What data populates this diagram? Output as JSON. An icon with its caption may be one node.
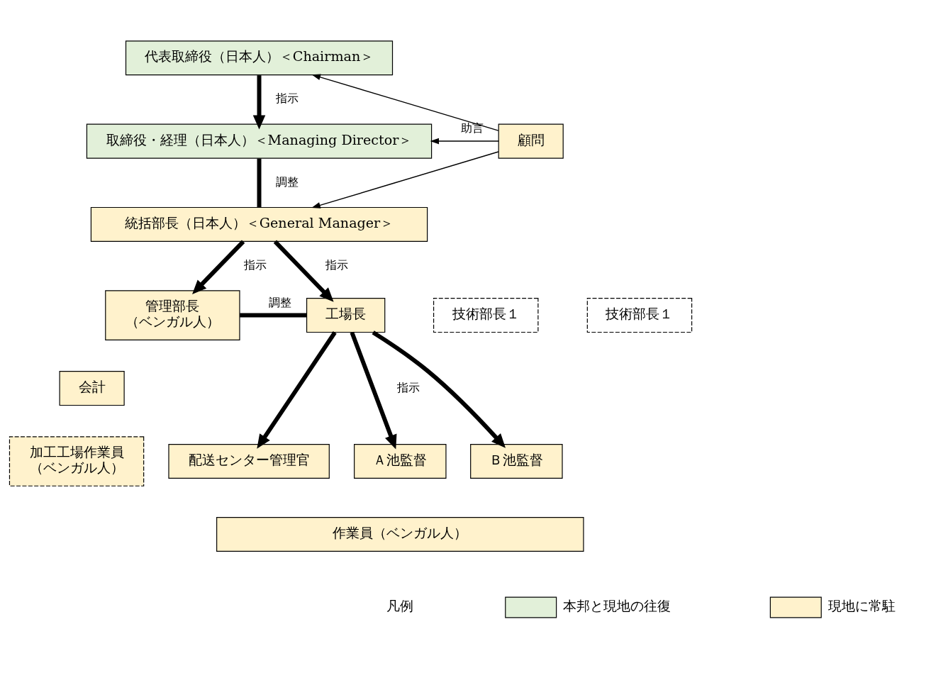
{
  "diagram": {
    "nodes": [
      {
        "text": [
          "代表取締役（日本人）＜Chairman＞"
        ]
      },
      {
        "text": [
          "取締役・経理（日本人）＜Managing Director＞"
        ]
      },
      {
        "text": [
          "統括部長（日本人）＜General Manager＞"
        ]
      },
      {
        "text": [
          "顧問"
        ]
      },
      {
        "text": [
          "管理部長",
          "（ベンガル人）"
        ]
      },
      {
        "text": [
          "会計"
        ]
      },
      {
        "text": [
          "工場長"
        ]
      },
      {
        "text": [
          "技術部長１"
        ]
      },
      {
        "text": [
          "技術部長１"
        ]
      },
      {
        "text": [
          "加工工場作業員",
          "（ベンガル人）"
        ]
      },
      {
        "text": [
          "配送センター管理官"
        ]
      },
      {
        "text": [
          "Ａ池監督"
        ]
      },
      {
        "text": [
          "Ｂ池監督"
        ]
      },
      {
        "text": [
          "作業員（ベンガル人）"
        ]
      }
    ],
    "edges": [
      {
        "from": 0,
        "to": 1,
        "arrow": "to",
        "label": "指示"
      },
      {
        "from": 1,
        "to": 2,
        "arrow": "none",
        "label": "調整"
      },
      {
        "from": 3,
        "to": 0,
        "arrow": "to"
      },
      {
        "from": 3,
        "to": 1,
        "arrow": "to",
        "label": "助言"
      },
      {
        "from": 3,
        "to": 2,
        "arrow": "to"
      },
      {
        "from": 2,
        "to": 4,
        "arrow": "to",
        "label": "指示"
      },
      {
        "from": 2,
        "to": 6,
        "arrow": "to",
        "label": "指示"
      },
      {
        "from": 4,
        "to": 6,
        "arrow": "none",
        "label": "調整"
      },
      {
        "from": 6,
        "to": 10,
        "arrow": "to"
      },
      {
        "from": 6,
        "to": 11,
        "arrow": "to",
        "label": "指示"
      },
      {
        "from": 6,
        "to": 12,
        "arrow": "to"
      }
    ],
    "labels": [
      "凡例"
    ],
    "legend": [
      {
        "text": "本邦と現地の往復",
        "color": "#e2f0d9"
      },
      {
        "text": "現地に常駐",
        "color": "#fff2cc"
      }
    ]
  }
}
